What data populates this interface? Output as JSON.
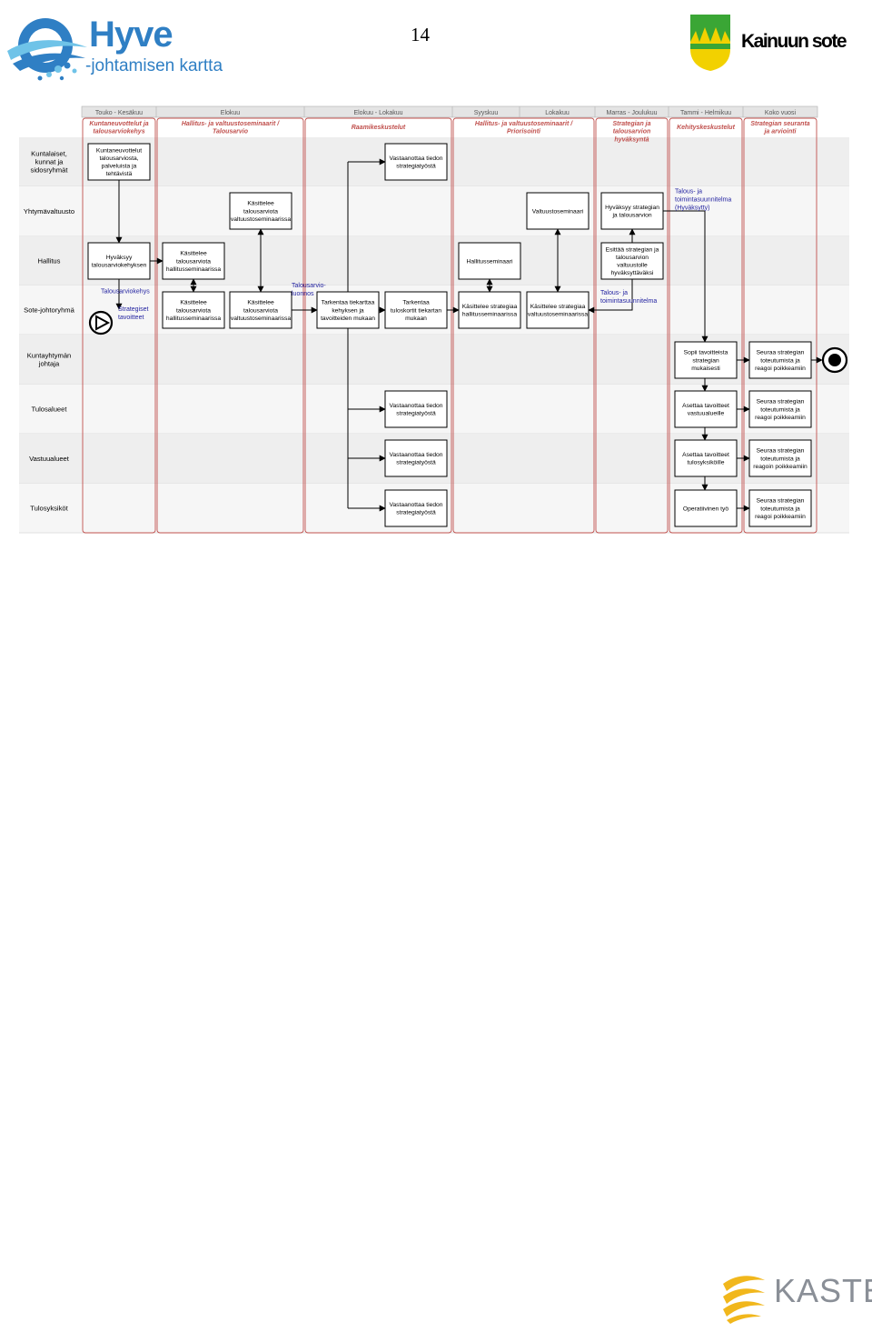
{
  "page": {
    "number": "14"
  },
  "logos": {
    "hyve": {
      "title": "Hyve",
      "subtitle": "-johtamisen kartta"
    },
    "kainuu": {
      "text": "Kainuun sote"
    },
    "kaste": {
      "text": "KASTE"
    }
  },
  "colors": {
    "lane_alt": "#eeeeee",
    "lane_alt2": "#f6f6f6",
    "period_line": "#c0504d",
    "phase_text": "#c0504d",
    "blue_text": "#1f1f9f",
    "hyve_blue": "#2f7fc4",
    "kainuu_yellow": "#f2d100",
    "kainuu_green": "#3aa635",
    "kaste_yellow": "#f1b71c",
    "kaste_gray": "#8a8f97"
  },
  "timeline": {
    "periods": [
      "Touko - Kesäkuu",
      "Elokuu",
      "Elokuu - Lokakuu",
      "Syyskuu",
      "Lokakuu",
      "Marras - Joulukuu",
      "Tammi - Helmikuu",
      "Koko vuosi"
    ],
    "phases": [
      [
        "Kuntaneuvottelut ja",
        "talousarviokehys"
      ],
      [
        "Hallitus- ja valtuustoseminaarit /",
        "Talousarvio"
      ],
      [
        "Raamikeskustelut"
      ],
      [
        "Hallitus- ja valtuustoseminaarit /",
        "Priorisointi"
      ],
      [
        "Strategian ja",
        "talousarvion",
        "hyväksyntä"
      ],
      [
        "Kehityskeskustelut"
      ],
      [
        "Strategian seuranta",
        "ja arviointi"
      ]
    ]
  },
  "lanes": [
    [
      "Kuntalaiset,",
      "kunnat ja",
      "sidosryhmät"
    ],
    [
      "Yhtymävaltuusto"
    ],
    [
      "Hallitus"
    ],
    [
      "Sote-johtoryhmä"
    ],
    [
      "Kuntayhtymän",
      "johtaja"
    ],
    [
      "Tulosalueet"
    ],
    [
      "Vastuualueet"
    ],
    [
      "Tulosyksiköt"
    ]
  ],
  "boxes": {
    "kuntaneuvottelut": [
      "Kuntaneuvottelut",
      "talousarviosta,",
      "palveluista ja",
      "tehtävistä"
    ],
    "vastaanottaa_1": [
      "Vastaanottaa tiedon",
      "strategiatyöstä"
    ],
    "kasittelee_valt_1": [
      "Käsittelee",
      "talousarviota",
      "valtuustoseminaarissa"
    ],
    "valtuustoseminaari": [
      "Valtuustoseminaari"
    ],
    "hyvaksyy_strategian": [
      "Hyväksyy strategian",
      "ja talousarvion"
    ],
    "hyvaksyy_kehys": [
      "Hyväksyy",
      "talousarviokehyksen"
    ],
    "kasittelee_hall_1": [
      "Käsittelee",
      "talousarviota",
      "hallitusseminaarissa"
    ],
    "hallitusseminaari": [
      "Hallitusseminaari"
    ],
    "esittaa_strategian": [
      "Esittää strategian ja",
      "talousarvion",
      "valtuustolle",
      "hyväksyttäväksi"
    ],
    "kasittelee_hall_2": [
      "Käsittelee",
      "talousarviota",
      "hallitusseminaarissa"
    ],
    "kasittelee_valt_2": [
      "Käsittelee",
      "talousarviota",
      "valtuustoseminaarissa"
    ],
    "tarkentaa_tiekarttaa": [
      "Tarkentaa tiekarttaa",
      "kehyksen ja",
      "tavoitteiden mukaan"
    ],
    "tarkentaa_tuloskortit": [
      "Tarkentaa",
      "tuloskortit tiekartan",
      "mukaan"
    ],
    "kasittelee_strat_hall": [
      "Käsittelee strategiaa",
      "hallitusseminaarissa"
    ],
    "kasittelee_strat_valt": [
      "Käsittelee strategiaa",
      "valtuustoseminaarissa"
    ],
    "sopii_tavoitteista": [
      "Sopii tavoitteista",
      "strategian",
      "mukaisesti"
    ],
    "seuraa_1": [
      "Seuraa strategian",
      "toteutumista ja",
      "reagoi poikkeamiin"
    ],
    "vastaanottaa_2": [
      "Vastaanottaa tiedon",
      "strategiatyöstä"
    ],
    "asettaa_vastuualueille": [
      "Asettaa tavoitteet",
      "vastuualueille"
    ],
    "seuraa_2": [
      "Seuraa strategian",
      "toteutumista ja",
      "reagoi poikkeamiin"
    ],
    "vastaanottaa_3": [
      "Vastaanottaa tiedon",
      "strategiatyöstä"
    ],
    "asettaa_tulosyksikoille": [
      "Asettaa tavoitteet",
      "tulosyksiköille"
    ],
    "seuraa_3": [
      "Seuraa strategian",
      "toteutumista ja",
      "reagoin poikkeamiin"
    ],
    "vastaanottaa_4": [
      "Vastaanottaa tiedon",
      "strategiatyöstä"
    ],
    "operatiivinen_tyo": [
      "Operatiivinen työ"
    ],
    "seuraa_4": [
      "Seuraa strategian",
      "toteutumista ja",
      "reagoi poikkeamiin"
    ]
  },
  "labels": {
    "talous_hyvaksytty": [
      "Talous- ja",
      "toimintasuunnitelma",
      "(Hyväksytty)"
    ],
    "talousarviokehys": [
      "Talousarviokehys"
    ],
    "strategiset_tavoitteet": [
      "Strategiset",
      "tavoitteet"
    ],
    "talousarvioluonnos": [
      "Talousarvio-",
      "luonnos"
    ],
    "talous_toiminta": [
      "Talous- ja",
      "toimintasuunnitelma"
    ]
  }
}
